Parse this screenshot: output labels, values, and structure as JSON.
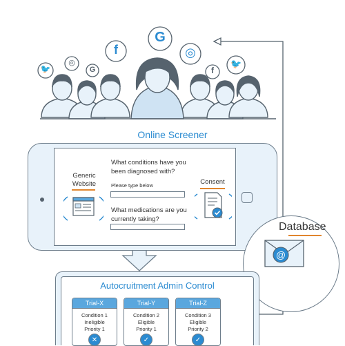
{
  "colors": {
    "accent": "#2b8bd1",
    "highlight": "#e1852d",
    "light_fill": "#e8f2fa",
    "stroke": "#6d7d8b"
  },
  "social_icons": [
    {
      "name": "twitter-icon",
      "glyph": "🐦"
    },
    {
      "name": "instagram-icon",
      "glyph": "◎"
    },
    {
      "name": "google-icon",
      "glyph": "G"
    },
    {
      "name": "facebook-icon",
      "glyph": "f"
    },
    {
      "name": "google-icon",
      "glyph": "G"
    },
    {
      "name": "instagram-icon",
      "glyph": "◎"
    },
    {
      "name": "facebook-icon",
      "glyph": "f"
    },
    {
      "name": "twitter-icon",
      "glyph": "🐦"
    }
  ],
  "section_title": "Online Screener",
  "screener": {
    "left_label_line1": "Generic",
    "left_label_line2": "Website",
    "question1_line1": "What conditions have you",
    "question1_line2": "been diagnosed with?",
    "hint": "Please type below",
    "question2_line1": "What medications are you",
    "question2_line2": "currently taking?",
    "right_label": "Consent"
  },
  "database_label": "Database",
  "admin": {
    "title": "Autocruitment Admin Control",
    "trials": [
      {
        "name": "Trial-X",
        "condition": "Condition 1",
        "status": "Ineligible",
        "priority": "Priority 1",
        "icon": "close-icon",
        "glyph": "✕"
      },
      {
        "name": "Trial-Y",
        "condition": "Condition 2",
        "status": "Eligible",
        "priority": "Priority 1",
        "icon": "check-icon",
        "glyph": "✓"
      },
      {
        "name": "Trial-Z",
        "condition": "Condition 3",
        "status": "Eligible",
        "priority": "Priority 2",
        "icon": "check-icon",
        "glyph": "✓"
      }
    ]
  }
}
